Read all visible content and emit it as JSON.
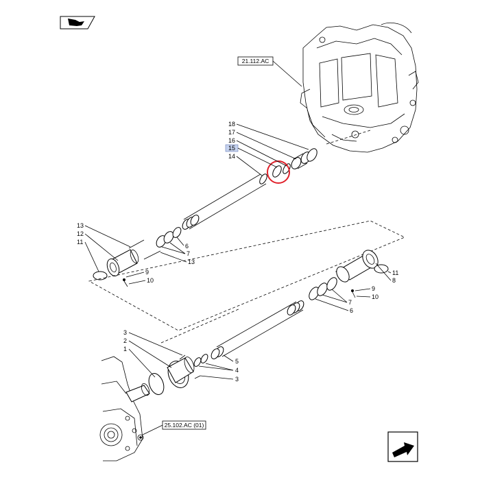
{
  "references": {
    "top_assembly": "21.112.AC",
    "bottom_assembly": "25.102.AC (01)"
  },
  "highlighted_item": "15",
  "highlight_color": "#e0202a",
  "badge_color": "#c5d2ee",
  "callouts": {
    "c1": "1",
    "c2": "2",
    "c3a": "3",
    "c3b": "3",
    "c4": "4",
    "c5": "5",
    "c6a": "6",
    "c6b": "6",
    "c7a": "7",
    "c7b": "7",
    "c8": "8",
    "c9a": "9",
    "c9b": "9",
    "c10a": "10",
    "c10b": "10",
    "c11a": "11",
    "c11b": "11",
    "c12": "12",
    "c13a": "13",
    "c13b": "13",
    "c14": "14",
    "c15": "15",
    "c16": "16",
    "c17": "17",
    "c18": "18"
  },
  "icons": {
    "top_left": "book-pointer-icon",
    "bottom_right": "next-arrow-icon"
  }
}
